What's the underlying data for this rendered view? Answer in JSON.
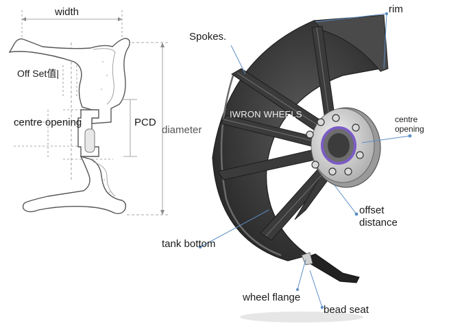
{
  "labels": {
    "width": "width",
    "offset": "Off Set值|",
    "centre_opening_left": "centre opening",
    "pcd": "PCD",
    "diameter": "diameter",
    "spokes": "Spokes.",
    "brand": "IWRON WHEELS",
    "rim": "rim",
    "centre_opening_right": "centre\nopening",
    "offset_distance": "offset\ndistance",
    "tank_bottom": "tank bottom",
    "wheel_flange": "wheel flange",
    "bead_seat": "bead seat"
  },
  "colors": {
    "leader_line": "#5b8fc7",
    "wheel_body": "#3a3a3a",
    "profile_stroke": "#555555",
    "dimension_line": "#8a8a8a",
    "hub_ring": "#7b5cc4"
  }
}
